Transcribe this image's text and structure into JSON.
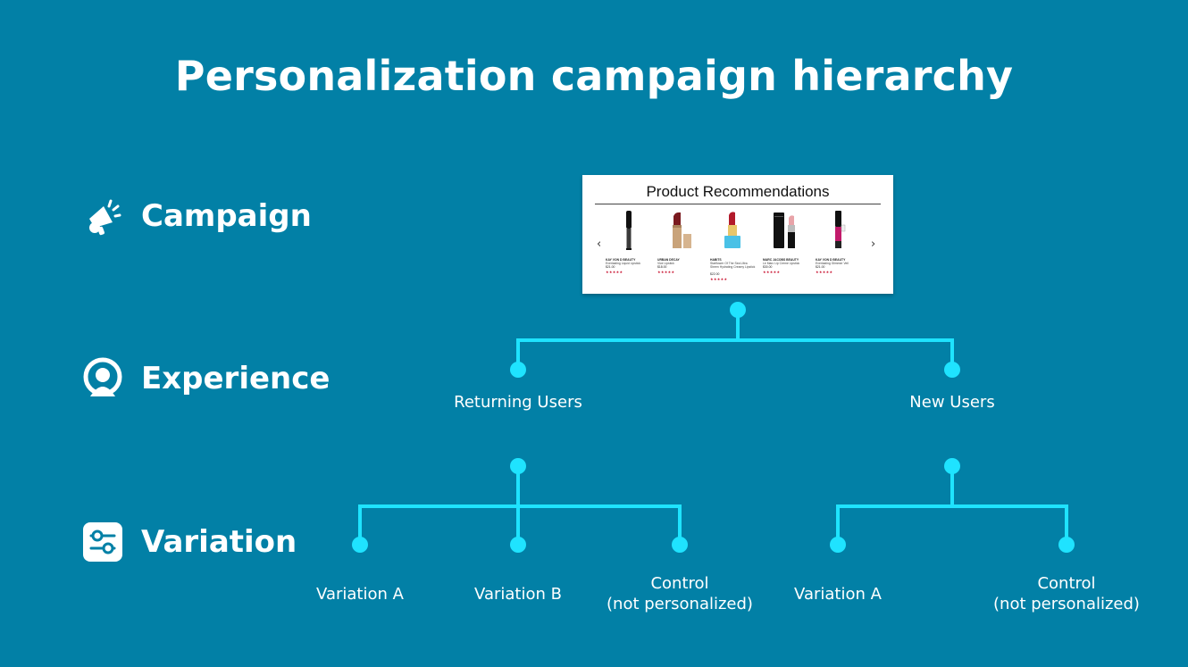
{
  "title": "Personalization campaign hierarchy",
  "levels": {
    "campaign": {
      "label": "Campaign",
      "icon": "megaphone-icon"
    },
    "experience": {
      "label": "Experience",
      "icon": "user-icon"
    },
    "variation": {
      "label": "Variation",
      "icon": "sliders-icon"
    }
  },
  "campaign_card": {
    "title": "Product Recommendations",
    "prev_symbol": "‹",
    "next_symbol": "›",
    "products": [
      {
        "brand": "KAY VON D BEAUTY",
        "name": "Everlasting Liquid Lipstick",
        "price": "$21.00",
        "rating": "★★★★★",
        "color": "#2b2b2b",
        "type": "liquid"
      },
      {
        "brand": "URBAN DECAY",
        "name": "Vice Lipstick",
        "price": "$18.00",
        "rating": "★★★★★",
        "color": "#7a1a1f",
        "type": "bullet-gold"
      },
      {
        "brand": "HABITS",
        "name": "Starflower Of The Sea Ultra Sheen Hydrating Creamy Lipstick",
        "price": "$22.00",
        "rating": "★★★★★",
        "color": "#b21a2b",
        "type": "bullet-blue"
      },
      {
        "brand": "MARC JACOBS BEAUTY",
        "name": "Le Marc Lip Creme Lipstick",
        "price": "$30.00",
        "rating": "★★★★★",
        "color": "#e8a3a8",
        "type": "bullet-black"
      },
      {
        "brand": "KAY VON D BEAUTY",
        "name": "Everlasting Glimmer Veil",
        "price": "$21.00",
        "rating": "★★★★★",
        "color": "#c21a6b",
        "type": "liquid-pink"
      }
    ]
  },
  "experiences": [
    {
      "label": "Returning Users"
    },
    {
      "label": "New Users"
    }
  ],
  "variations": [
    {
      "label": "Variation A",
      "parent": 0
    },
    {
      "label": "Variation B",
      "parent": 0
    },
    {
      "label": "Control\n(not personalized)",
      "parent": 0
    },
    {
      "label": "Variation A",
      "parent": 1
    },
    {
      "label": "Control\n(not personalized)",
      "parent": 1
    }
  ],
  "colors": {
    "background": "#0280a6",
    "connector": "#1fe3ff",
    "text": "#ffffff",
    "rating": "#c8102e"
  }
}
